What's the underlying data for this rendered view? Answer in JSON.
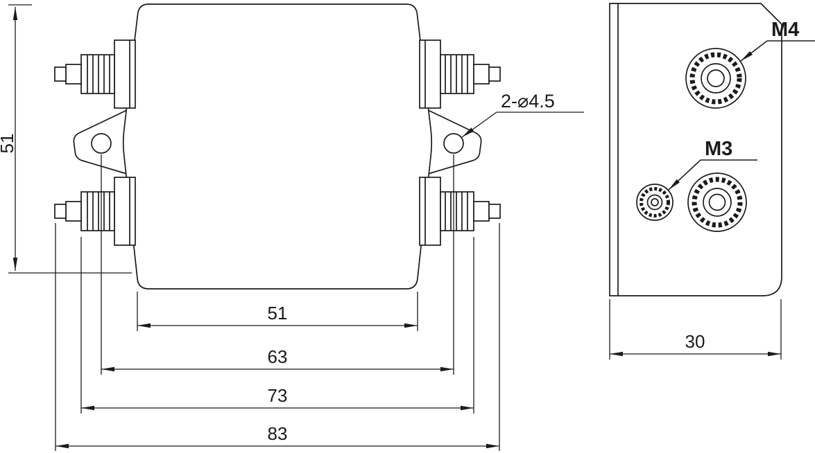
{
  "drawing": {
    "front": {
      "dim_height": "51",
      "dim_body_width": "51",
      "dim_hole_spacing": "63",
      "dim_across_nuts": "73",
      "dim_overall_width": "83",
      "hole_callout": "2-⌀4.5"
    },
    "side": {
      "terminal_top": "M4",
      "terminal_bottom": "M3",
      "dim_depth": "30"
    },
    "colors": {
      "line": "#1a1a1a",
      "background": "#ffffff"
    }
  }
}
